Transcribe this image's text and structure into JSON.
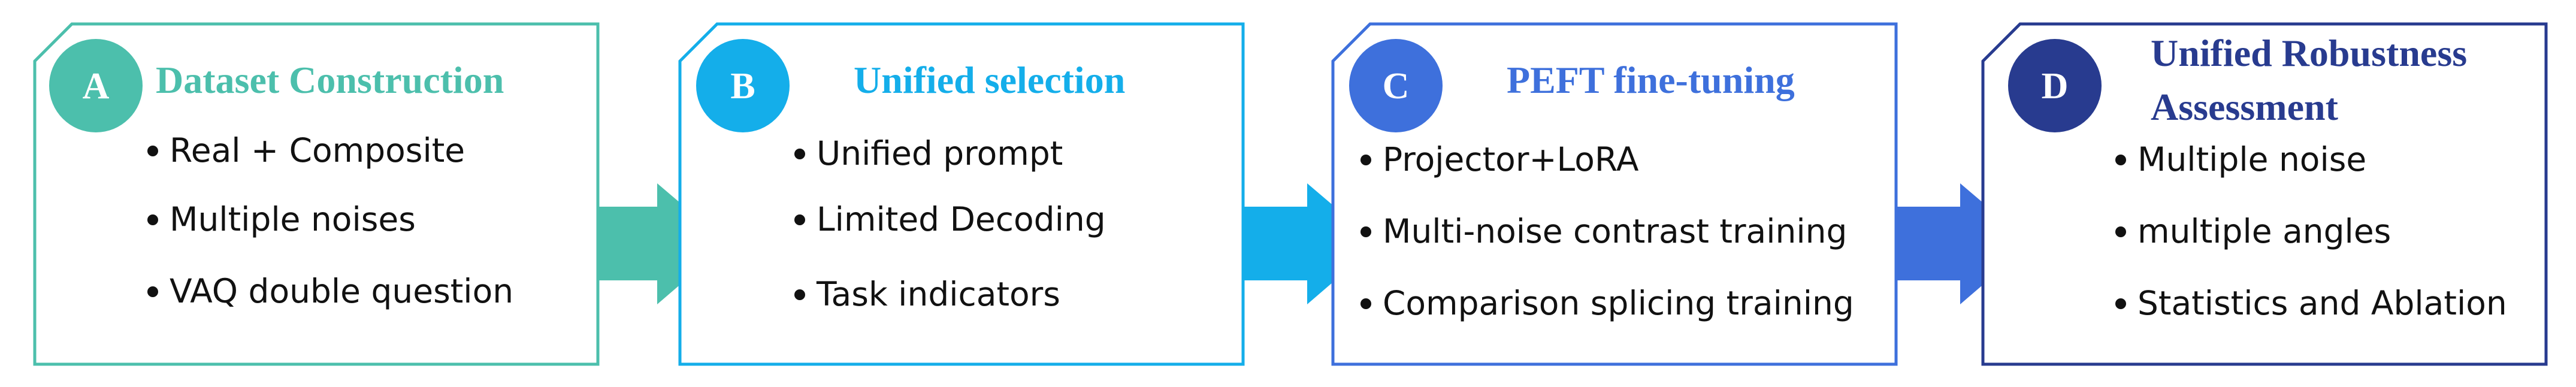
{
  "stages": [
    {
      "letter": "A",
      "title_lines": [
        "Dataset Construction"
      ],
      "color": "#4cbfac",
      "border": "#4cbfac",
      "title_color": "#4cbfac",
      "bullets": [
        "Real + Composite",
        "Multiple noises",
        "VAQ double question"
      ]
    },
    {
      "letter": "B",
      "title_lines": [
        "Unified selection"
      ],
      "color": "#14aeea",
      "border": "#14aeea",
      "title_color": "#14aeea",
      "bullets": [
        "Unified prompt",
        "Limited Decoding",
        "Task indicators"
      ]
    },
    {
      "letter": "C",
      "title_lines": [
        "PEFT fine-tuning"
      ],
      "color": "#3e70dc",
      "border": "#3e70dc",
      "title_color": "#3e70dc",
      "bullets": [
        "Projector+LoRA",
        "Multi-noise contrast training",
        "Comparison splicing training"
      ]
    },
    {
      "letter": "D",
      "title_lines": [
        "Unified Robustness",
        "Assessment"
      ],
      "color": "#283b8f",
      "border": "#283b8f",
      "title_color": "#283b8f",
      "bullets": [
        "Multiple noise",
        "multiple angles",
        "Statistics and Ablation"
      ]
    }
  ],
  "arrow_colors": [
    "#4cbfac",
    "#14aeea",
    "#3e70dc"
  ]
}
